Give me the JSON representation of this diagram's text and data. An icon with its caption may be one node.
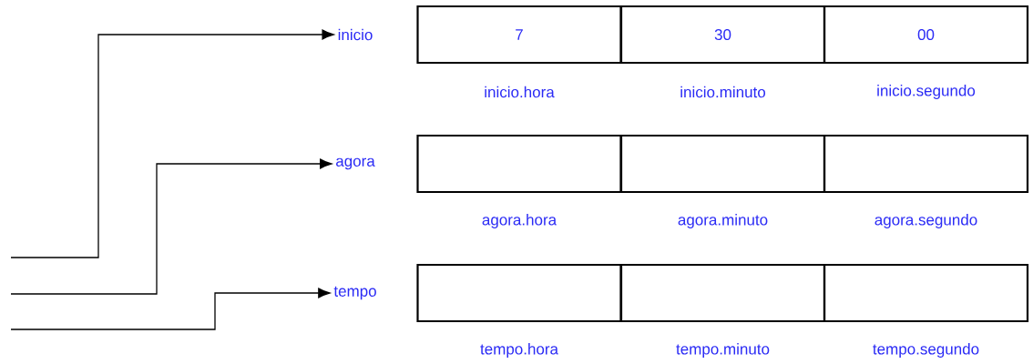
{
  "diagram": {
    "nodes": [
      {
        "text": [
          "inicio"
        ]
      },
      {
        "text": [
          "7"
        ],
        "beside": [
          "inicio.hora"
        ]
      },
      {
        "text": [
          "30"
        ],
        "beside": [
          "inicio.minuto"
        ]
      },
      {
        "text": [
          "00"
        ],
        "beside": [
          "inicio.segundo"
        ]
      },
      {
        "text": [
          "agora"
        ]
      },
      {
        "text": [],
        "shape": "box",
        "beside": [
          "agora.hora"
        ]
      },
      {
        "text": [],
        "shape": "box",
        "beside": [
          "agora.minuto"
        ]
      },
      {
        "text": [],
        "shape": "box",
        "beside": [
          "agora.segundo"
        ]
      },
      {
        "text": [
          "tempo"
        ]
      },
      {
        "text": [],
        "shape": "box",
        "beside": [
          "tempo.hora"
        ]
      },
      {
        "text": [],
        "shape": "box",
        "beside": [
          "tempo.minuto"
        ]
      },
      {
        "text": [],
        "shape": "box",
        "beside": [
          "tempo.segundo"
        ]
      }
    ],
    "edges": [
      {
        "from": null,
        "to": 0,
        "arrow": "to"
      },
      {
        "from": null,
        "to": 4,
        "arrow": "to"
      },
      {
        "from": null,
        "to": 8,
        "arrow": "to"
      }
    ]
  }
}
